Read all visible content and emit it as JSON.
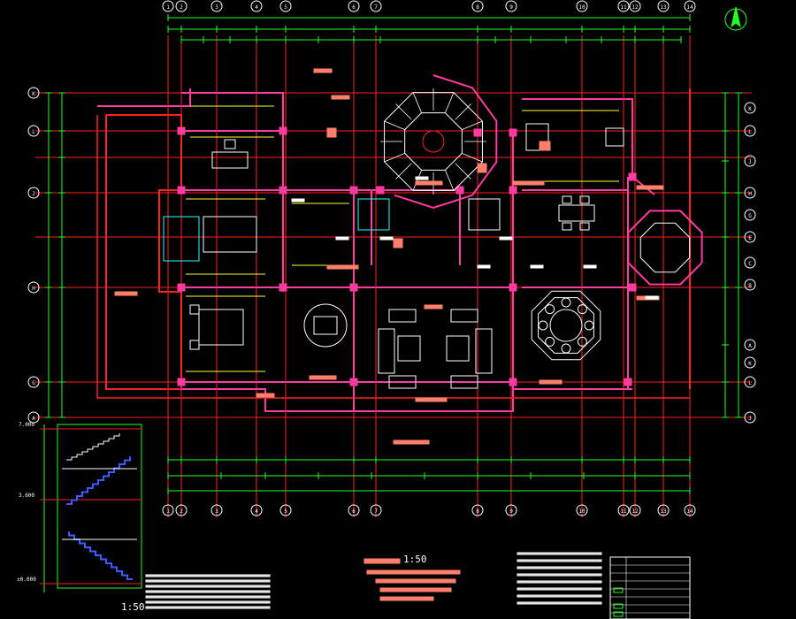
{
  "drawing": {
    "scale_label": "1:50",
    "section_scale_label": "1:50"
  },
  "grid_top": [
    "1",
    "2",
    "3",
    "4",
    "5",
    "6",
    "7",
    "8",
    "9",
    "10",
    "11",
    "12"
  ],
  "grid_top_second": [
    "1",
    "2",
    "3",
    "4",
    "5",
    "6",
    "7",
    "8",
    "9",
    "10",
    "11",
    "12"
  ],
  "grid_left": [
    "K",
    "L",
    "J",
    "H",
    "G",
    "A"
  ],
  "grid_right": [
    "K",
    "L",
    "J",
    "H",
    "G",
    "E",
    "C",
    "B",
    "A"
  ],
  "section_levels": [
    "7.000",
    "3.600",
    "±0.000"
  ],
  "colors": {
    "background": "#000000",
    "wall": "#ff3aa0",
    "grid_red": "#ff2020",
    "dim_green": "#22ff22",
    "furniture": "#ffffff",
    "yellow": "#ffff33",
    "cyan": "#22ffff",
    "note_salmon": "#ff7f6a",
    "blue": "#3b5bff"
  },
  "icons": {
    "north": "north-arrow-icon"
  }
}
